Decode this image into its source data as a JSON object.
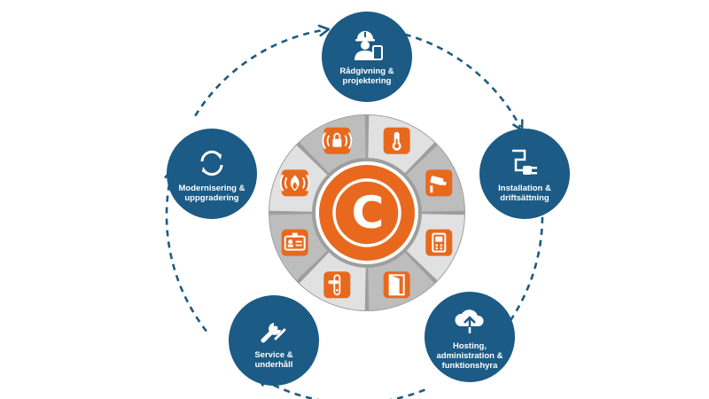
{
  "colors": {
    "node": "#1b5b85",
    "arrow": "#1b5b85",
    "accent": "#e8691e",
    "wheel_light": "#e1e1e1",
    "wheel_dark": "#bdbdbd",
    "wheel_rim": "#9e9e9e"
  },
  "center": {
    "letter": "C",
    "icon": "logo-c"
  },
  "wheel_segments": [
    {
      "icon": "thermometer-icon"
    },
    {
      "icon": "cctv-camera-icon"
    },
    {
      "icon": "intercom-icon"
    },
    {
      "icon": "door-icon"
    },
    {
      "icon": "door-handle-icon"
    },
    {
      "icon": "id-card-icon"
    },
    {
      "icon": "fire-alarm-icon"
    },
    {
      "icon": "lock-alarm-icon"
    }
  ],
  "cycle": [
    {
      "label": "Rådgivning &\nprojektering",
      "icon": "engineer-icon"
    },
    {
      "label": "Installation &\ndriftsättning",
      "icon": "plug-cable-icon"
    },
    {
      "label": "Hosting,\nadministration &\nfunktionshyra",
      "icon": "cloud-upload-icon"
    },
    {
      "label": "Service &\nunderhåll",
      "icon": "wrench-icon"
    },
    {
      "label": "Modernisering &\nuppgradering",
      "icon": "refresh-icon"
    }
  ]
}
